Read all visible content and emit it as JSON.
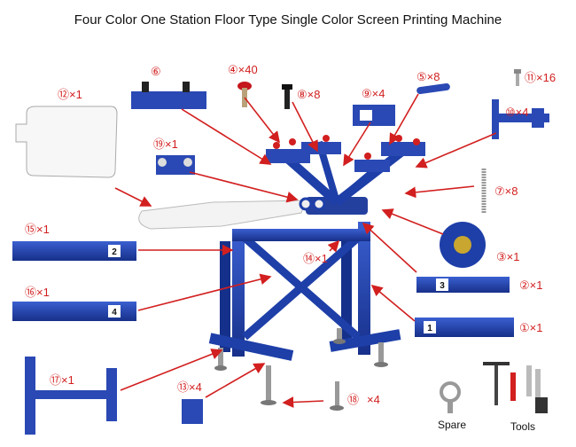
{
  "title": "Four Color One Station Floor Type Single Color Screen Printing Machine",
  "parts": {
    "p1": "①×1",
    "p2": "②×1",
    "p3": "③×1",
    "p4": "④×40",
    "p5": "⑤×8",
    "p6": "⑥",
    "p7": "⑦×8",
    "p8": "⑧×8",
    "p9": "⑨×4",
    "p10": "⑩×4",
    "p11": "⑪×16",
    "p12": "⑫×1",
    "p13": "⑬×4",
    "p14": "⑭×1",
    "p15": "⑮×1",
    "p16": "⑯×1",
    "p17": "⑰×1",
    "p18": "⑱",
    "p18qty": "×4",
    "p19": "⑲×1"
  },
  "beam_numbers": {
    "b1": "1",
    "b2": "2",
    "b3": "3",
    "b4": "4"
  },
  "extras": {
    "spare": "Spare",
    "tools": "Tools"
  },
  "colors": {
    "accent": "#d21f1f",
    "machine_blue": "#1e3fa8",
    "arrow": "#d21f1f"
  }
}
